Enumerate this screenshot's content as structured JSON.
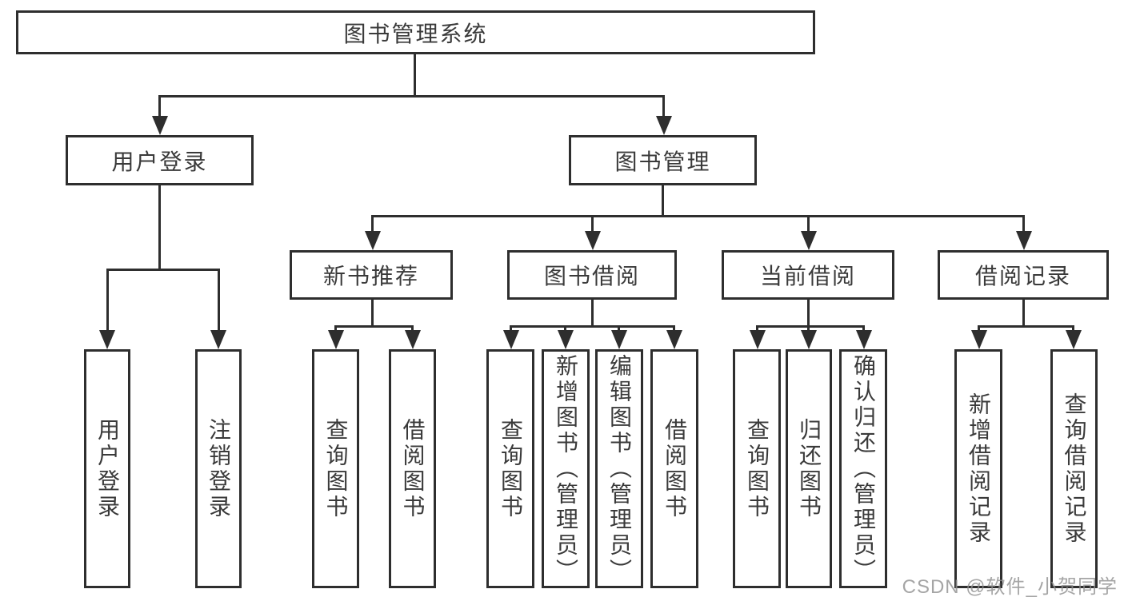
{
  "tree": {
    "root": "图书管理系统",
    "branches": [
      {
        "label": "用户登录",
        "leaves": [
          "用户登录",
          "注销登录"
        ]
      },
      {
        "label": "图书管理",
        "groups": [
          {
            "label": "新书推荐",
            "leaves": [
              "查询图书",
              "借阅图书"
            ]
          },
          {
            "label": "图书借阅",
            "leaves": [
              "查询图书",
              "新增图书（管理员）",
              "编辑图书（管理员）",
              "借阅图书"
            ]
          },
          {
            "label": "当前借阅",
            "leaves": [
              "查询图书",
              "归还图书",
              "确认归还（管理员）"
            ]
          },
          {
            "label": "借阅记录",
            "leaves": [
              "新增借阅记录",
              "查询借阅记录"
            ]
          }
        ]
      }
    ]
  },
  "watermark": {
    "text": "CSDN @软件_小贺同学"
  },
  "colors": {
    "line": "#2e2e2e",
    "box_background": "#ffffff",
    "text": "#3a3a3a",
    "watermark": "#8f8f8f",
    "page_background": "#ffffff"
  }
}
